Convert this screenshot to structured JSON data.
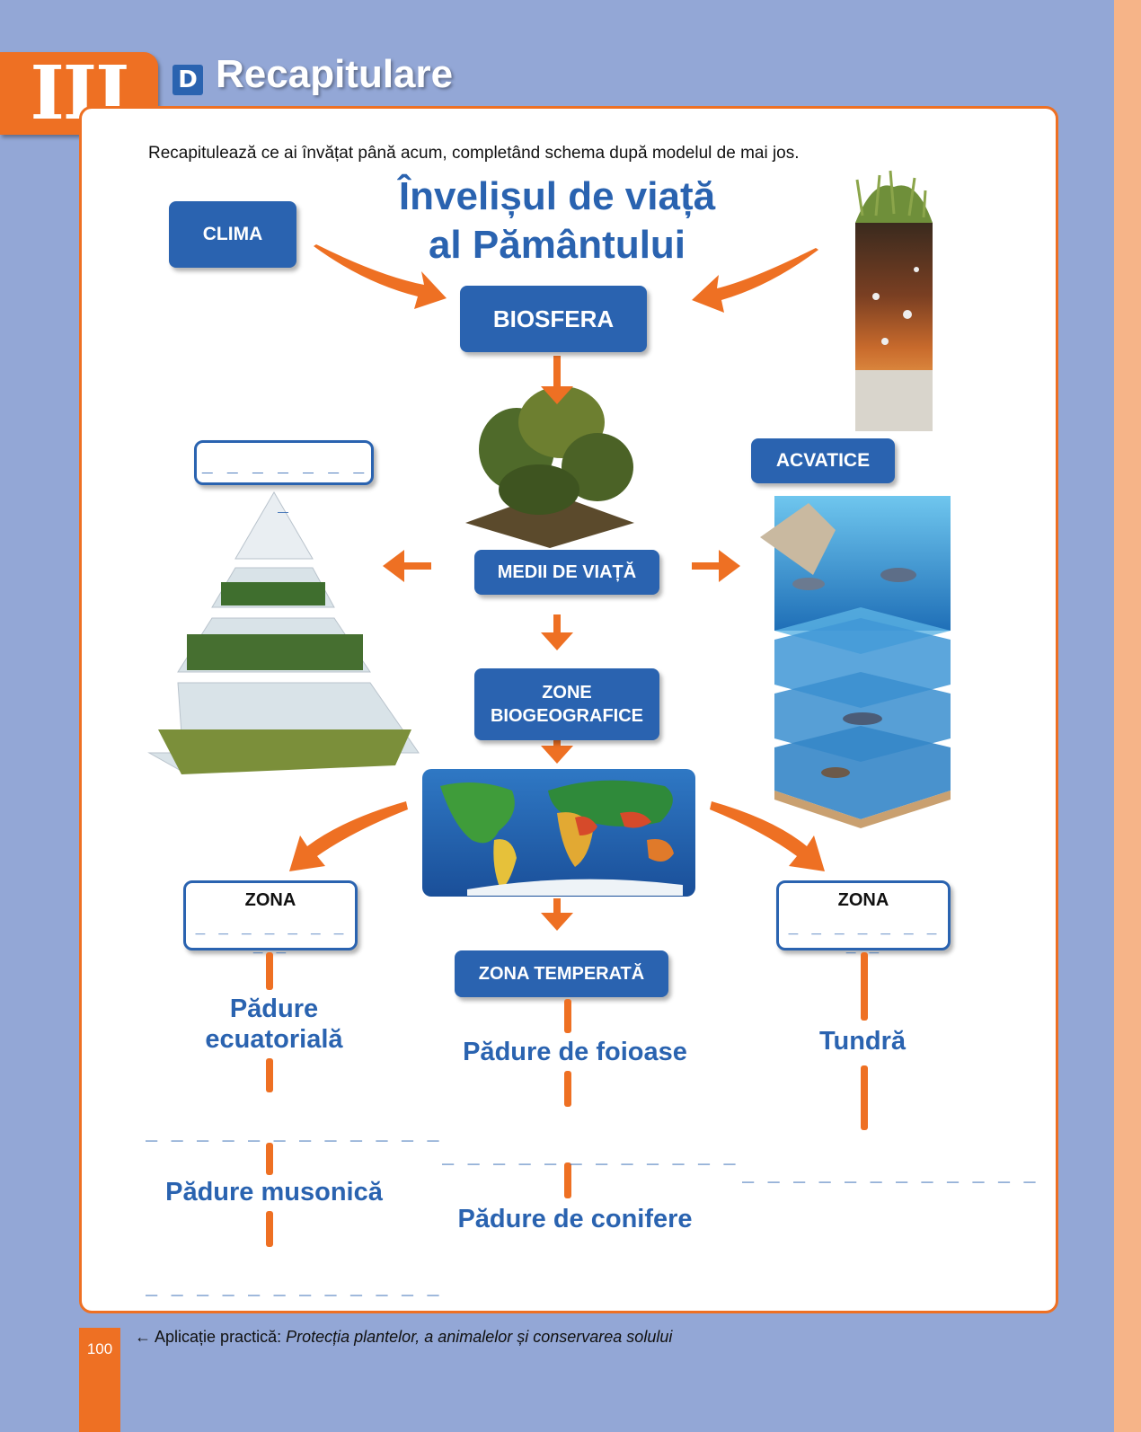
{
  "header": {
    "unit_number": "III",
    "section_letter": "D",
    "section_title": "Recapitulare"
  },
  "instruction": "Recapitulează ce ai învățat până acum, completând schema după modelul de mai jos.",
  "title": {
    "line1": "Învelișul de viață",
    "line2": "al Pământului"
  },
  "boxes": {
    "clima": "CLIMA",
    "biosfera": "BIOSFERA",
    "acvatice": "ACVATICE",
    "medii": "MEDII DE VIAȚĂ",
    "zone_line1": "ZONE",
    "zone_line2": "BIOGEOGRAFICE",
    "zona_temperata": "ZONA TEMPERATĂ",
    "zona_left": "ZONA",
    "zona_right": "ZONA"
  },
  "blanks": {
    "terrestrial": "_ _ _ _ _ _ _ _",
    "zona": "_ _ _ _ _ _ _ _ _",
    "line": "_ _ _ _ _ _ _ _ _ _ _ _"
  },
  "forests": {
    "left1": "Pădure ecuatorială",
    "left2": "Pădure musonică",
    "center1": "Pădure de foioase",
    "center2": "Pădure de conifere",
    "right1": "Tundră"
  },
  "footer": {
    "page_number": "100",
    "arrow_icon": "arrow-left-icon",
    "prefix": "Aplicație practică:",
    "text": "Protecția plantelor, a animalelor și conservarea solului"
  }
}
